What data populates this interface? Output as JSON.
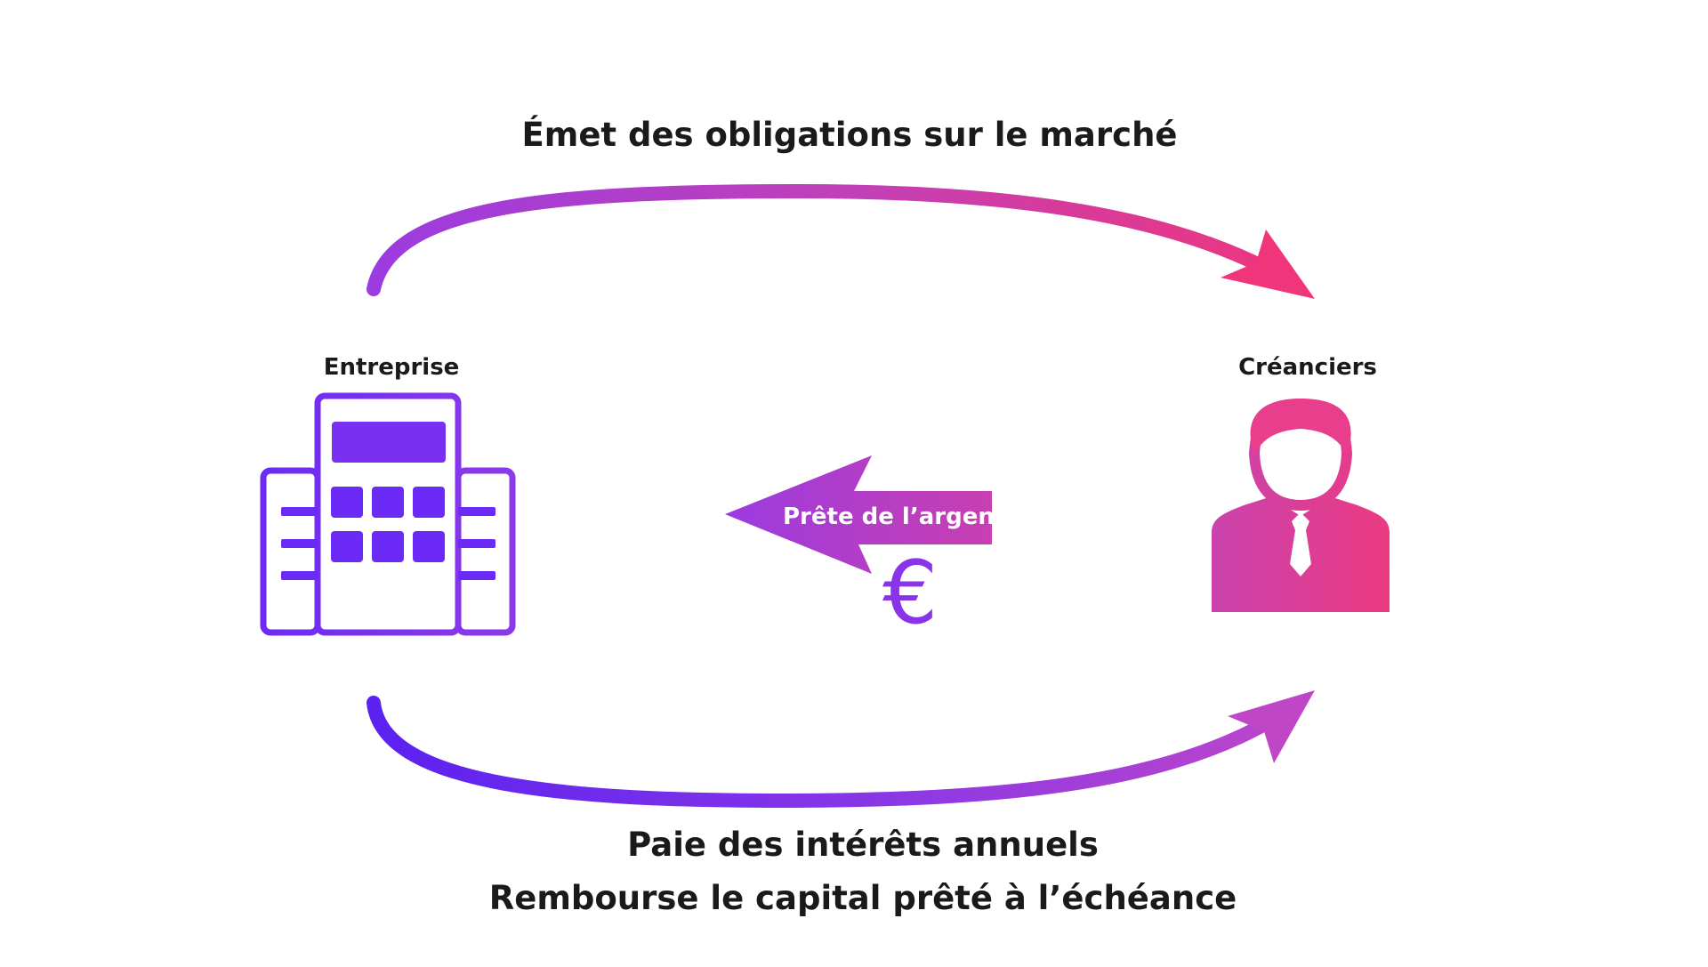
{
  "diagram": {
    "top_arrow_label": "Émet des obligations sur le marché",
    "company_label": "Entreprise",
    "creditors_label": "Créanciers",
    "lend_arrow_label": "Prête de l’argent",
    "currency_symbol": "€",
    "bottom_arrow_label_line1": "Paie des intérêts annuels",
    "bottom_arrow_label_line2": "Rembourse le capital prêté à l’échéance"
  },
  "icons": {
    "company": "building-icon",
    "creditors": "businessman-icon",
    "currency": "euro-icon"
  },
  "colors": {
    "purple": "#6b2af5",
    "violet": "#9b3be0",
    "magenta": "#e83e8c",
    "pink": "#f0357a",
    "text": "#1a1a1a"
  }
}
